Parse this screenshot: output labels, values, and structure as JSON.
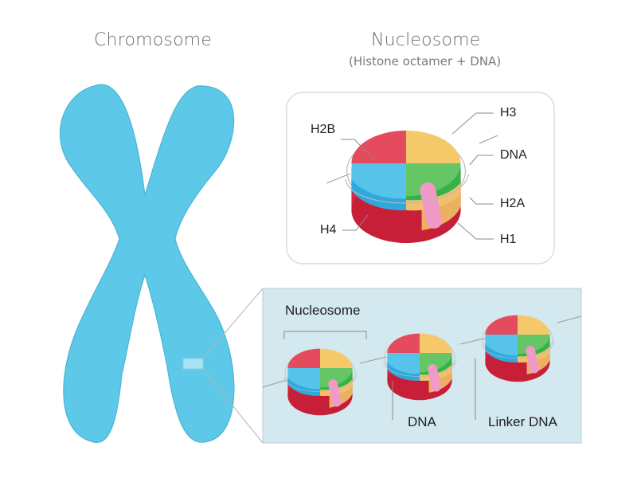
{
  "chromosome": {
    "title": "Chromosome"
  },
  "nucleosome_panel": {
    "title": "Nucleosome",
    "subtitle": "(Histone octamer + DNA)",
    "labels": {
      "h2b": "H2B",
      "h3": "H3",
      "dna": "DNA",
      "h2a": "H2A",
      "h4": "H4",
      "h1": "H1"
    }
  },
  "zoom_panel": {
    "nucleosome_label": "Nucleosome",
    "dna_label": "DNA",
    "linker_dna_label": "Linker DNA"
  },
  "colors": {
    "chromosome": "#5ec8e8",
    "chromosome_outline": "#49b4d6",
    "zoom_background": "#d3e8ef",
    "h2b": "#e54b5e",
    "h3": "#f5c86a",
    "h2a_green": "#66c665",
    "h4_blue": "#58c3ea",
    "h2a_yellow_layer": "#f0c06a",
    "red_bottom": "#d8273f",
    "h1": "#f19ac8",
    "dna_line": "#9a9a9a"
  },
  "icons": {
    "chromosome": "x-chromosome-shape",
    "nucleosome": "histone-disc-stack"
  }
}
